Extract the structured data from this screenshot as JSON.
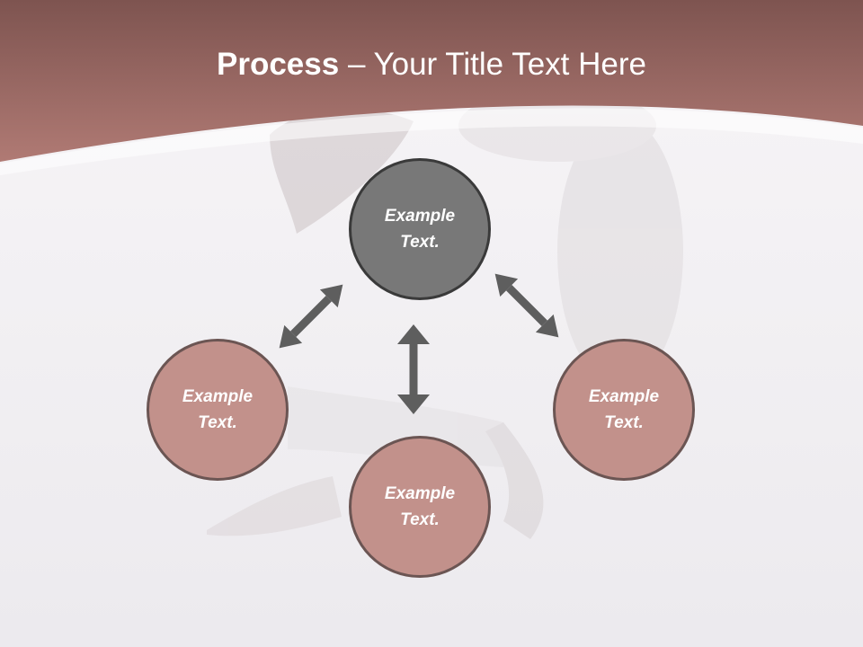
{
  "title": {
    "bold": "Process",
    "rest": "– Your Title Text Here"
  },
  "nodes": {
    "center": "Example\nText.",
    "left": "Example\nText.",
    "bottom": "Example\nText.",
    "right": "Example\nText."
  },
  "colors": {
    "banner": "#a8706b",
    "node_fill": "#c2918b",
    "node_border": "#6b5553",
    "center_fill": "#787878",
    "center_border": "#3a3a3a",
    "arrow": "#5e5e5e"
  }
}
